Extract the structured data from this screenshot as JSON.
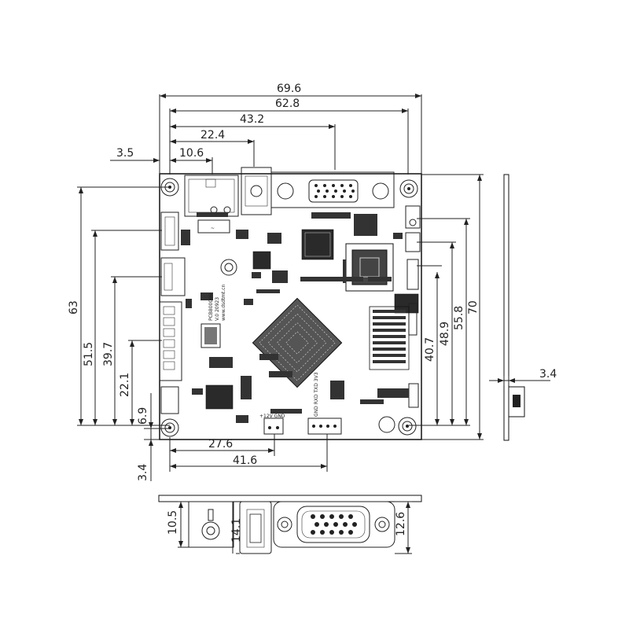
{
  "dimensions": {
    "top": [
      "69.6",
      "62.8",
      "43.2",
      "22.4",
      "3.5",
      "10.6"
    ],
    "left": [
      "63",
      "51.5",
      "39.7",
      "22.1",
      "6.9",
      "3.4"
    ],
    "right": [
      "70",
      "55.8",
      "48.9",
      "40.7"
    ],
    "bottom": [
      "27.6",
      "41.6"
    ],
    "side_view": "3.4",
    "bottom_view": [
      "10.5",
      "14.1",
      "12.6"
    ]
  },
  "pcb_labels": {
    "model": "PCB800099",
    "version": "V.0 20923",
    "website": "www.dsdtmt.cn",
    "power": "+12V GND",
    "header": "GND RXD TXD 3V3"
  }
}
